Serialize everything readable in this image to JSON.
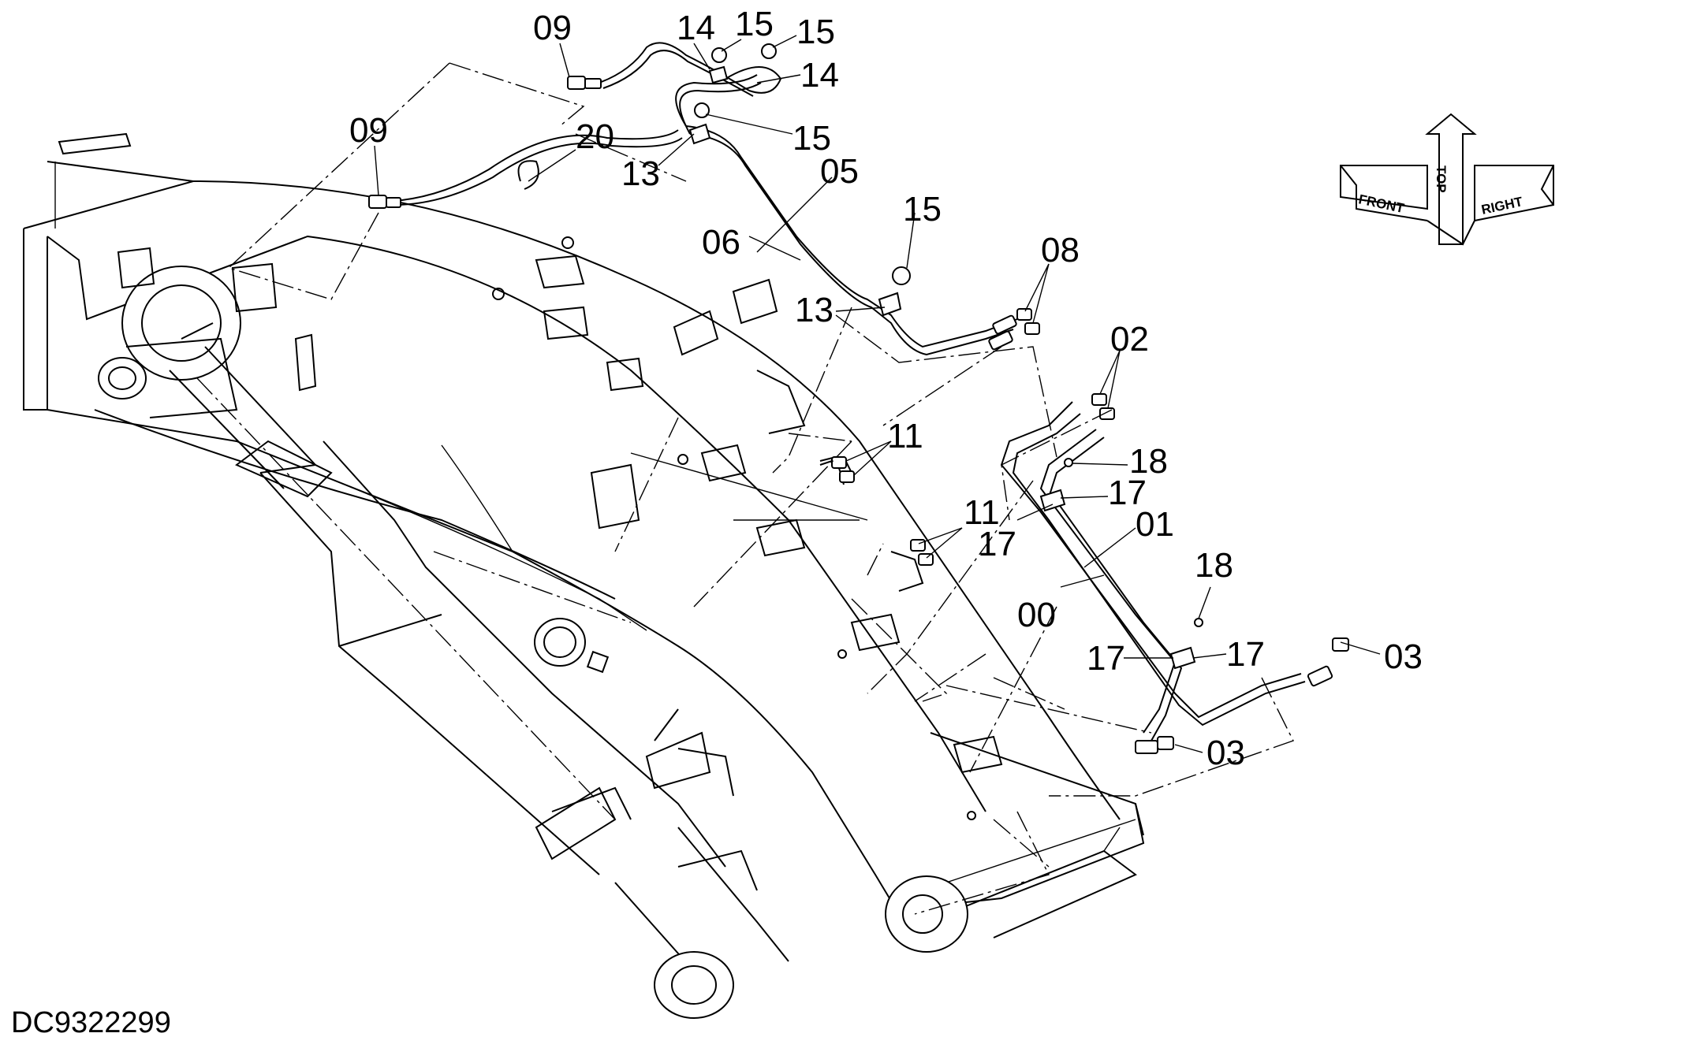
{
  "diagram": {
    "drawing_code": "DC9322299",
    "orientation": {
      "front": "FRONT",
      "top": "TOP",
      "right": "RIGHT"
    },
    "callouts": [
      {
        "id": "c1",
        "text": "09"
      },
      {
        "id": "c2",
        "text": "14"
      },
      {
        "id": "c3",
        "text": "15"
      },
      {
        "id": "c4",
        "text": "15"
      },
      {
        "id": "c5",
        "text": "14"
      },
      {
        "id": "c6",
        "text": "09"
      },
      {
        "id": "c7",
        "text": "20"
      },
      {
        "id": "c8",
        "text": "15"
      },
      {
        "id": "c9",
        "text": "13"
      },
      {
        "id": "c10",
        "text": "05"
      },
      {
        "id": "c11",
        "text": "06"
      },
      {
        "id": "c12",
        "text": "15"
      },
      {
        "id": "c13",
        "text": "08"
      },
      {
        "id": "c14",
        "text": "13"
      },
      {
        "id": "c15",
        "text": "02"
      },
      {
        "id": "c16",
        "text": "11"
      },
      {
        "id": "c17",
        "text": "18"
      },
      {
        "id": "c18",
        "text": "17"
      },
      {
        "id": "c19",
        "text": "11"
      },
      {
        "id": "c20",
        "text": "17"
      },
      {
        "id": "c21",
        "text": "01"
      },
      {
        "id": "c22",
        "text": "00"
      },
      {
        "id": "c23",
        "text": "18"
      },
      {
        "id": "c24",
        "text": "17"
      },
      {
        "id": "c25",
        "text": "17"
      },
      {
        "id": "c26",
        "text": "03"
      },
      {
        "id": "c27",
        "text": "03"
      }
    ]
  }
}
